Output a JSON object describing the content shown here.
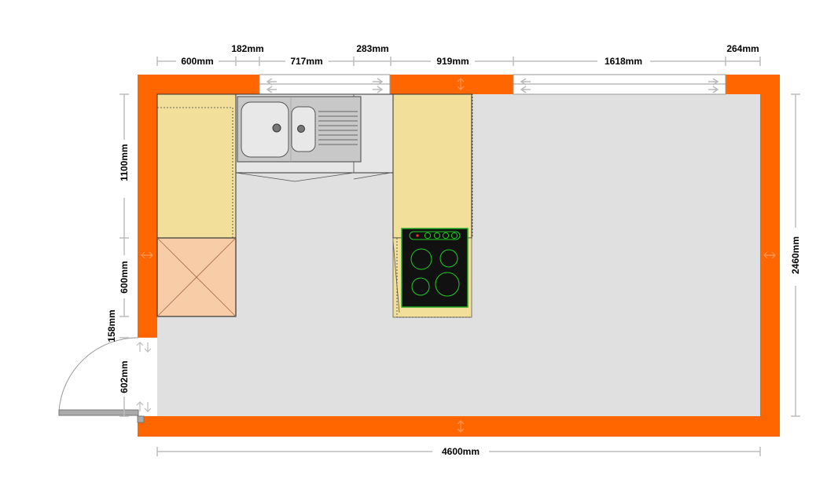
{
  "colors": {
    "wall": "#ff6600",
    "floor": "#e0e0e0",
    "counter": "#f2df9a",
    "corner_unit": "#f8cca6",
    "hob": "#111111",
    "hob_ring": "#22cc22",
    "sink": "#c8c8c8",
    "dimension_line": "#bdbdbd"
  },
  "dimensions": {
    "top": [
      "600mm",
      "182mm",
      "717mm",
      "283mm",
      "919mm",
      "1618mm",
      "264mm"
    ],
    "left": [
      "1100mm",
      "600mm",
      "158mm",
      "602mm"
    ],
    "right": "2460mm",
    "bottom": "4600mm"
  },
  "fixtures": {
    "sink": "double-sink-with-drainer-icon",
    "hob": "four-ring-hob-icon",
    "door": "door-swing-icon",
    "windows": "window-icon"
  }
}
